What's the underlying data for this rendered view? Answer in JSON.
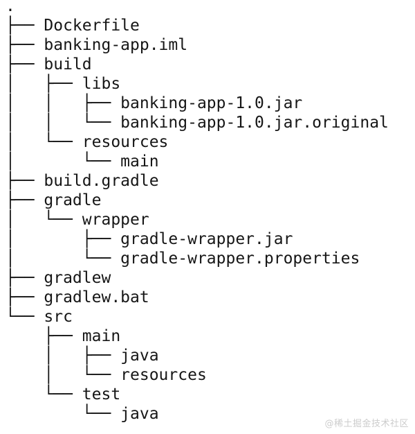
{
  "terminal": {
    "background_color": "#ffffff",
    "text_color": "#161616"
  },
  "tree": {
    "lines": [
      {
        "prefix": "",
        "name": "."
      },
      {
        "prefix": "├── ",
        "name": "Dockerfile"
      },
      {
        "prefix": "├── ",
        "name": "banking-app.iml"
      },
      {
        "prefix": "├── ",
        "name": "build"
      },
      {
        "prefix": "│   ├── ",
        "name": "libs"
      },
      {
        "prefix": "│   │   ├── ",
        "name": "banking-app-1.0.jar"
      },
      {
        "prefix": "│   │   └── ",
        "name": "banking-app-1.0.jar.original"
      },
      {
        "prefix": "│   └── ",
        "name": "resources"
      },
      {
        "prefix": "│       └── ",
        "name": "main"
      },
      {
        "prefix": "├── ",
        "name": "build.gradle"
      },
      {
        "prefix": "├── ",
        "name": "gradle"
      },
      {
        "prefix": "│   └── ",
        "name": "wrapper"
      },
      {
        "prefix": "│       ├── ",
        "name": "gradle-wrapper.jar"
      },
      {
        "prefix": "│       └── ",
        "name": "gradle-wrapper.properties"
      },
      {
        "prefix": "├── ",
        "name": "gradlew"
      },
      {
        "prefix": "├── ",
        "name": "gradlew.bat"
      },
      {
        "prefix": "└── ",
        "name": "src"
      },
      {
        "prefix": "    ├── ",
        "name": "main"
      },
      {
        "prefix": "    │   ├── ",
        "name": "java"
      },
      {
        "prefix": "    │   └── ",
        "name": "resources"
      },
      {
        "prefix": "    └── ",
        "name": "test"
      },
      {
        "prefix": "        └── ",
        "name": "java"
      }
    ]
  },
  "watermark": {
    "text": "@稀土掘金技术社区",
    "color": "#cccccc"
  }
}
